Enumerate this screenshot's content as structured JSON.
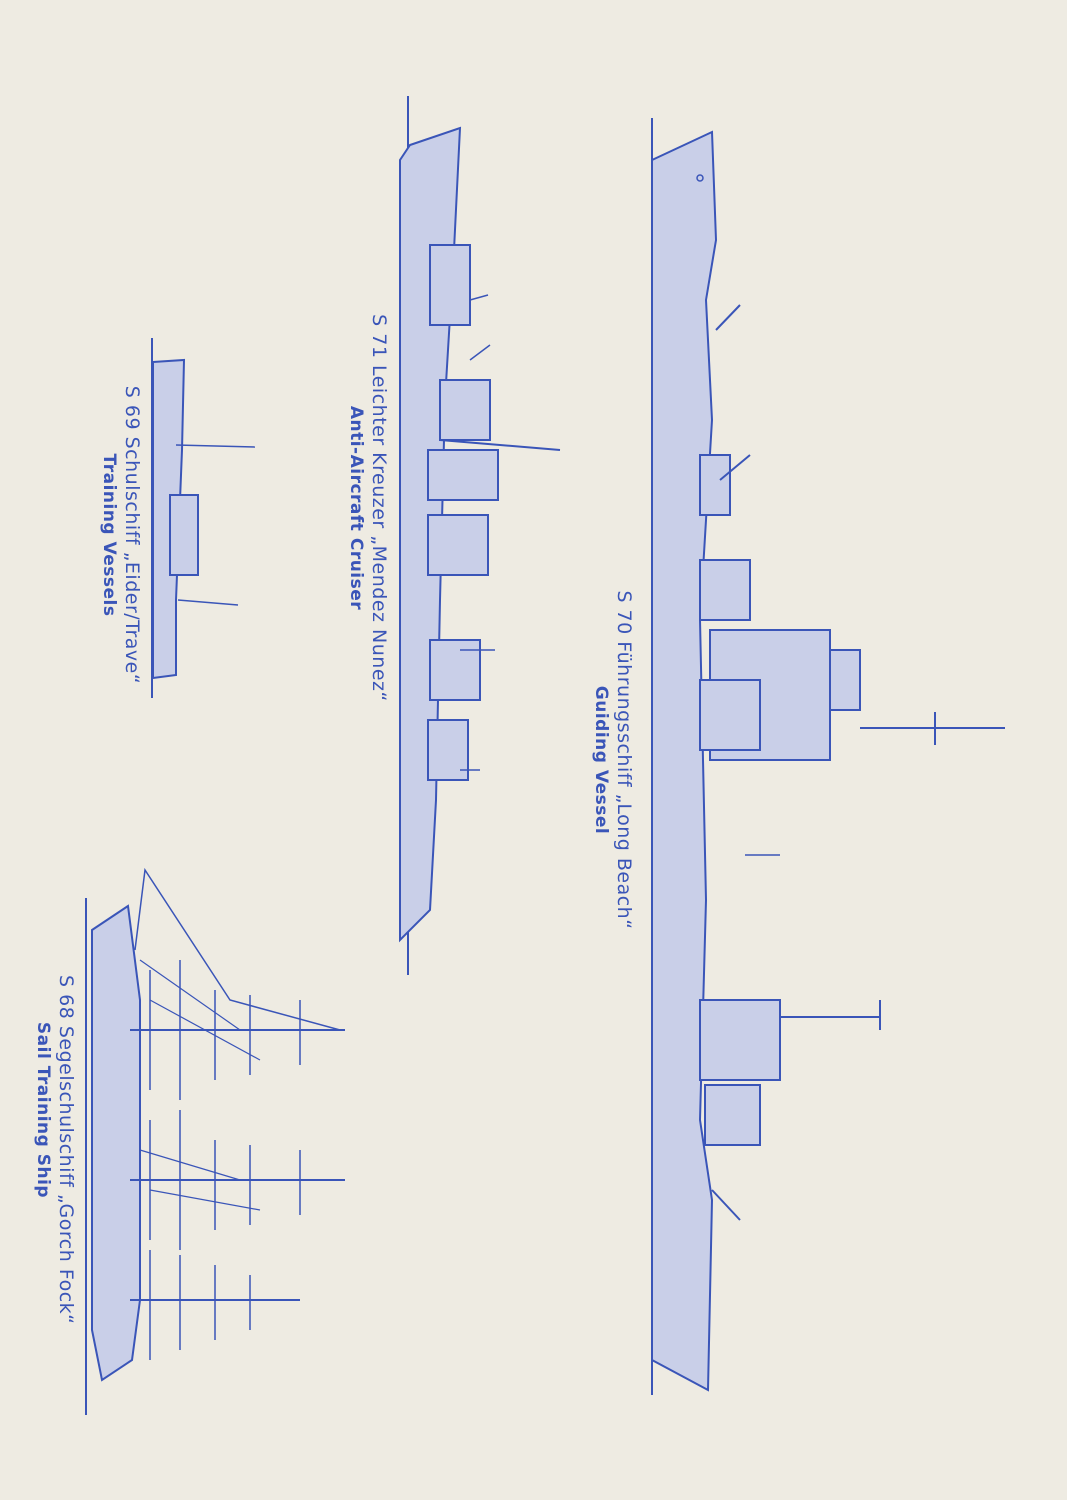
{
  "colors": {
    "paper": "#eeebe2",
    "ink": "#3a55b8",
    "hull": "#c9cfe8"
  },
  "ships": [
    {
      "id": "S70",
      "title_de": "S 70 Führungsschiff „Long Beach“",
      "title_en": "Guiding Vessel"
    },
    {
      "id": "S71",
      "title_de": "S 71 Leichter Kreuzer „Mendez Nunez“",
      "title_en": "Anti-Aircraft Cruiser"
    },
    {
      "id": "S69",
      "title_de": "S 69 Schulschiff „Eider/Trave“",
      "title_en": "Training Vessels"
    },
    {
      "id": "S68",
      "title_de": "S 68 Segelschulschiff „Gorch Fock“",
      "title_en": "Sail Training Ship"
    }
  ]
}
